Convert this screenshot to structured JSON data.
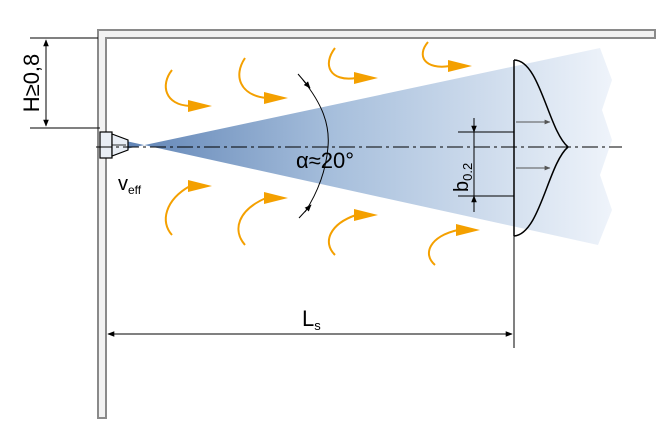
{
  "labels": {
    "height": "H≥0,8",
    "angle": "α≈20°",
    "velocity_main": "v",
    "velocity_sub": "eff",
    "profile_main": "b",
    "profile_sub": "0.2",
    "length_main": "L",
    "length_sub": "s"
  },
  "colors": {
    "wall": "#8a8a8a",
    "jet_core": "#5b80b3",
    "jet_edge": "#eef3fa",
    "entrainment": "#f4a000",
    "line": "#000000",
    "profile_arrow": "#555555"
  }
}
